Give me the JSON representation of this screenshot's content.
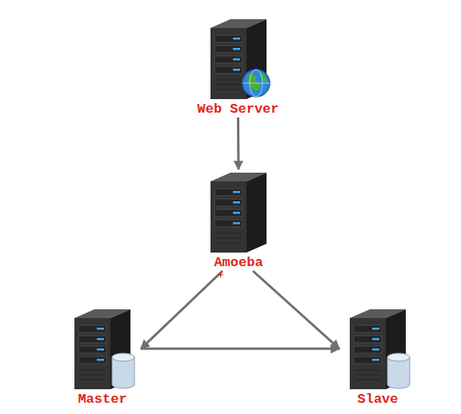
{
  "diagram": {
    "nodes": [
      {
        "text": [
          "Web Server"
        ]
      },
      {
        "text": [
          "Amoeba"
        ]
      },
      {
        "text": [
          "Master"
        ]
      },
      {
        "text": [
          "Slave"
        ]
      }
    ],
    "edges": [
      {
        "from": 0,
        "to": 1,
        "arrow": "to"
      },
      {
        "from": 1,
        "to": 2,
        "arrow": "to"
      },
      {
        "from": 1,
        "to": 3,
        "arrow": "to"
      },
      {
        "from": 2,
        "to": 3,
        "arrow": "to"
      }
    ],
    "labels": [
      "+"
    ]
  }
}
